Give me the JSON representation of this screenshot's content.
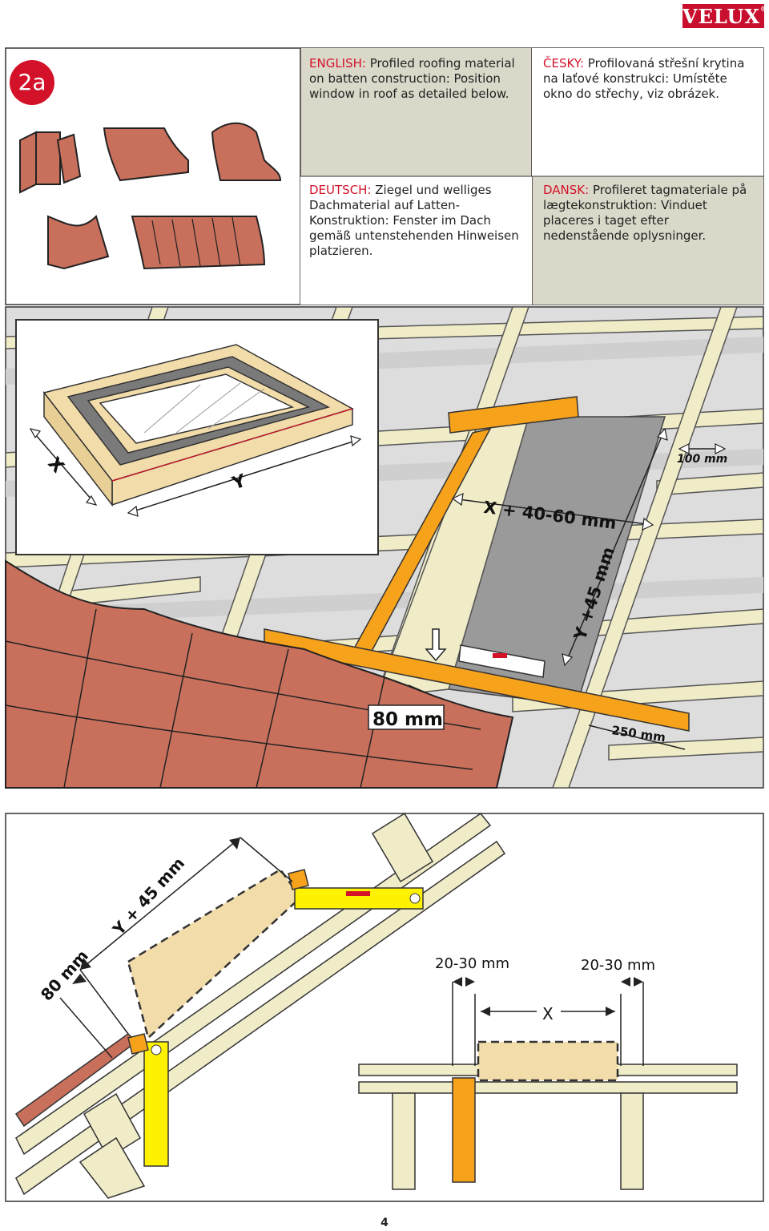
{
  "brand": {
    "logo": "VELUX",
    "reg": "®"
  },
  "step": {
    "label": "2a"
  },
  "page_number": "4",
  "texts": {
    "en": {
      "lang": "ENGLISH:",
      "body": "Profiled roofing material on batten construction: Position window in roof as detailed below."
    },
    "cs": {
      "lang": "ČESKY:",
      "body": "Profilovaná střešní krytina na laťové konstrukci: Umístěte okno do střechy, viz obrázek."
    },
    "de": {
      "lang": "DEUTSCH:",
      "body": "Ziegel und welliges Dachmaterial auf Latten-Konstruktion: Fenster im Dach gemäß untenstehenden Hinweisen platzieren."
    },
    "da": {
      "lang": "DANSK:",
      "body": "Profileret tagmateriale på lægtekonstruktion: Vinduet placeres i taget efter nedenstående oplysninger."
    }
  },
  "dimensions": {
    "x": "X",
    "y": "Y",
    "x_plus": "X + 40-60 mm",
    "y_plus": "Y +45 mm",
    "d100": "100 mm",
    "d80": "80 mm",
    "d250": "250 mm",
    "y_plus_section": "Y + 45 mm",
    "d80_section": "80 mm",
    "d2030_left": "20-30 mm",
    "d2030_right": "20-30 mm",
    "x_section": "X"
  },
  "colors": {
    "accent": "#d3122a",
    "panel": "#dad8c8",
    "batten": "#f0ecc8",
    "orange": "#f7a21b",
    "tile": "#c9705c",
    "level": "#fff200",
    "wood": "#f2dcaa"
  }
}
